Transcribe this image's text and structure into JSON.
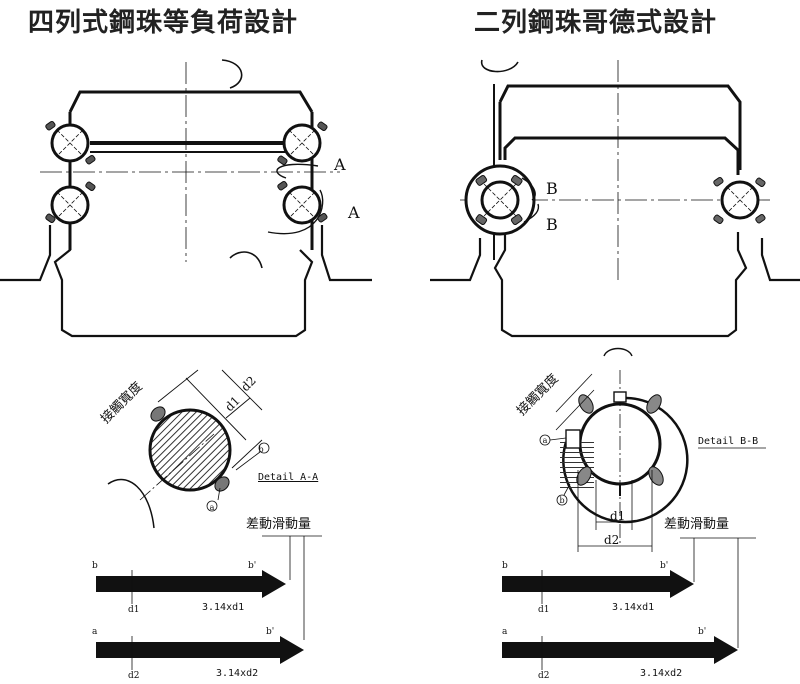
{
  "titles": {
    "left": "四列式鋼珠等負荷設計",
    "right": "二列鋼珠哥德式設計"
  },
  "left_diagram": {
    "arrow_labels": [
      "A",
      "A"
    ],
    "detail": {
      "contact_width_label": "接觸寬度",
      "d1": "d1",
      "d2": "d2",
      "point_a": "a",
      "point_b": "b",
      "caption": "Detail A-A",
      "slip_label": "差動滑動量"
    },
    "arrows": [
      {
        "start": "b",
        "end": "b'",
        "tick": "d1",
        "formula": "3.14xd1"
      },
      {
        "start": "a",
        "end": "b'",
        "tick": "d2",
        "formula": "3.14xd2"
      }
    ]
  },
  "right_diagram": {
    "arrow_labels": [
      "B",
      "B"
    ],
    "detail": {
      "contact_width_label": "接觸寬度",
      "d1": "d1",
      "d2": "d2",
      "point_a": "a",
      "point_b": "b",
      "caption": "Detail B-B",
      "slip_label": "差動滑動量"
    },
    "arrows": [
      {
        "start": "b",
        "end": "b'",
        "tick": "d1",
        "formula": "3.14xd1"
      },
      {
        "start": "a",
        "end": "b'",
        "tick": "d2",
        "formula": "3.14xd2"
      }
    ]
  }
}
